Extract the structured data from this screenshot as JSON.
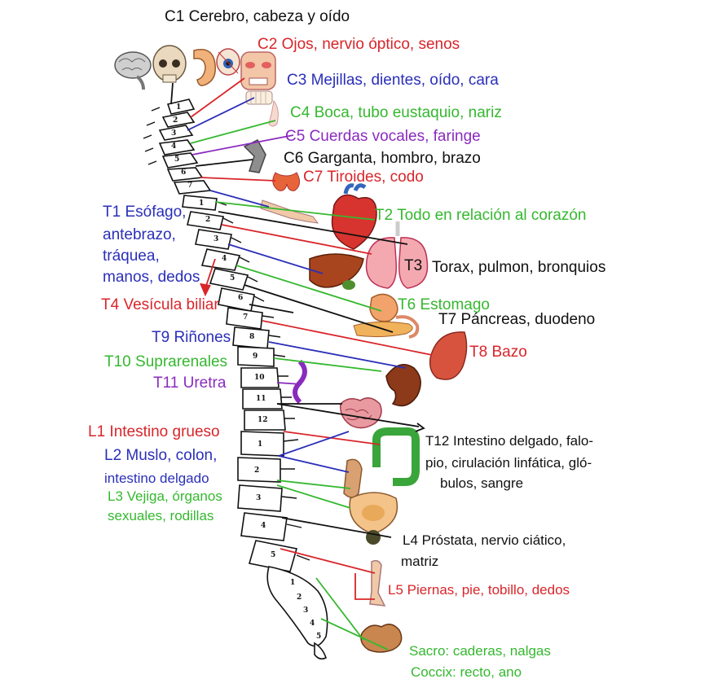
{
  "labels": {
    "c1": "C1 Cerebro, cabeza y oído",
    "c2": "C2 Ojos, nervio óptico, senos",
    "c3": "C3 Mejillas, dientes, oído, cara",
    "c4": "C4 Boca, tubo eustaquio, nariz",
    "c5": "C5 Cuerdas vocales, faringe",
    "c6": "C6 Garganta, hombro, brazo",
    "c7": "C7 Tiroides, codo",
    "t1_1": "T1 Esófago,",
    "t1_2": "antebrazo,",
    "t1_3": "tráquea,",
    "t1_4": "manos, dedos",
    "t2": "T2 Todo en relación al corazón",
    "t3": "T3",
    "t3_text": "Torax, pulmon, bronquios",
    "t4": "T4 Vesícula biliar",
    "t6": "T6 Estomago",
    "t7": "T7  Páncreas, duodeno",
    "t8": "T8 Bazo",
    "t9": "T9 Riñones",
    "t10": "T10 Suprarenales",
    "t11": "T11 Uretra",
    "l1": "L1 Intestino grueso",
    "l2_1": "L2 Muslo, colon,",
    "l2_2": "intestino delgado",
    "l3_1": "L3 Vejiga, órganos",
    "l3_2": "sexuales, rodillas",
    "t12_1": "T12 Intestino delgado, falo-",
    "t12_2": "pio, cirulación linfática, gló-",
    "t12_3": "bulos, sangre",
    "l4_1": "L4 Próstata, nervio ciático,",
    "l4_2": "matriz",
    "l5": "L5 Piernas, pie, tobillo, dedos",
    "sacro": "Sacro: caderas, nalgas",
    "coccix": "Coccix: recto, ano"
  },
  "vertebra_numbers": {
    "cervical": [
      "1",
      "2",
      "3",
      "4",
      "5",
      "6",
      "7"
    ],
    "thoracic": [
      "1",
      "2",
      "3",
      "4",
      "5",
      "6",
      "7",
      "8",
      "9",
      "10",
      "11",
      "12"
    ],
    "lumbar": [
      "1",
      "2",
      "3",
      "4",
      "5"
    ],
    "sacral": [
      "1",
      "2",
      "3",
      "4",
      "5"
    ]
  },
  "colors": {
    "black": "#111111",
    "red": "#d9252a",
    "blue": "#2b2fb8",
    "green": "#35b82f",
    "purple": "#8a2bbf"
  }
}
